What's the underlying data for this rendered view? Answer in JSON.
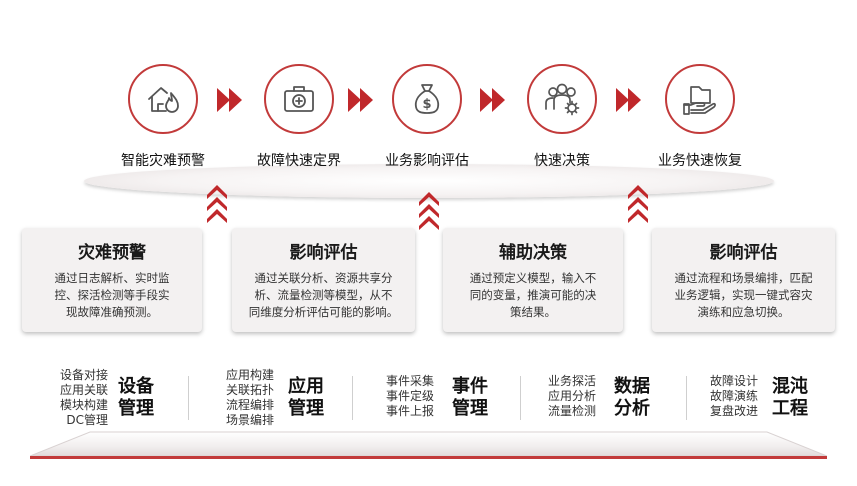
{
  "flow": {
    "stages": [
      {
        "label": "智能灾难预警",
        "icon": "house-flame-icon"
      },
      {
        "label": "故障快速定界",
        "icon": "first-aid-kit-icon"
      },
      {
        "label": "业务影响评估",
        "icon": "money-bag-icon"
      },
      {
        "label": "快速决策",
        "icon": "people-gear-icon"
      },
      {
        "label": "业务快速恢复",
        "icon": "hand-folder-icon"
      }
    ]
  },
  "cards": [
    {
      "title": "灾难预警",
      "desc": [
        "通过日志解析、实时监",
        "控、探活检测等手段实",
        "现故障准确预测。"
      ]
    },
    {
      "title": "影响评估",
      "desc": [
        "通过关联分析、资源共享分",
        "析、流量检测等模型，从不",
        "同维度分析评估可能的影响。"
      ]
    },
    {
      "title": "辅助决策",
      "desc": [
        "通过预定义模型，输入不",
        "同的变量，推演可能的决",
        "策结果。"
      ]
    },
    {
      "title": "影响评估",
      "desc": [
        "通过流程和场景编排，匹配",
        "业务逻辑，实现一键式容灾",
        "演练和应急切换。"
      ]
    }
  ],
  "modules": [
    {
      "name": [
        "设备",
        "管理"
      ],
      "items": [
        "设备对接",
        "应用关联",
        "模块构建",
        "DC管理"
      ]
    },
    {
      "name": [
        "应用",
        "管理"
      ],
      "items": [
        "应用构建",
        "关联拓扑",
        "流程编排",
        "场景编排"
      ]
    },
    {
      "name": [
        "事件",
        "管理"
      ],
      "items": [
        "事件采集",
        "事件定级",
        "事件上报"
      ]
    },
    {
      "name": [
        "数据",
        "分析"
      ],
      "items": [
        "业务探活",
        "应用分析",
        "流量检测"
      ]
    },
    {
      "name": [
        "混沌",
        "工程"
      ],
      "items": [
        "故障设计",
        "故障演练",
        "复盘改进"
      ]
    }
  ],
  "colors": {
    "accent": "#c23a3a",
    "arrow": "#c0282b",
    "card_bg": "#f3f1f1"
  }
}
